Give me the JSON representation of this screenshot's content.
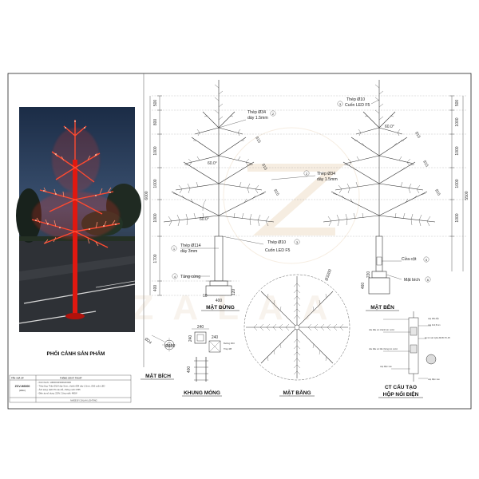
{
  "drawing": {
    "photo_caption": "PHỐI CẢNH SẢN PHẨM",
    "views": {
      "front": "MẶT ĐỨNG",
      "side": "MẶT BÊN",
      "flange": "MẶT BÍCH",
      "frame": "KHUNG MÓNG",
      "plan": "MẶT BẰNG",
      "box_title1": "CT CẤU TẠO",
      "box_title2": "HỘP NỐI ĐIỆN"
    },
    "front_dims": [
      "500",
      "800",
      "1000",
      "1000",
      "1000",
      "1700",
      "400"
    ],
    "front_total": "6000",
    "front_base_dims": [
      "120",
      "10"
    ],
    "side_dims": [
      "500",
      "1000",
      "1000",
      "1000",
      "1000"
    ],
    "side_total": "5500",
    "side_base_dims": [
      "460",
      "220"
    ],
    "branch_dims": [
      "915",
      "915",
      "915",
      "915"
    ],
    "angles": [
      "60.0°",
      "60.0°",
      "60.0°"
    ],
    "callouts": {
      "steel34_top": [
        "Thép Ø34",
        "dày 1.5mm"
      ],
      "steel10_top": [
        "Thép Ø10",
        "Cuốn LED F5"
      ],
      "steel34_mid": [
        "Thép Ø34",
        "dày 1.5mm"
      ],
      "steel114": [
        "Thép Ø114",
        "dày 3mm"
      ],
      "steel10_mid": [
        "Thép Ø10",
        "Cuốn LED F5"
      ],
      "base_ring": "Tăng cứng",
      "door": "Cửa cột",
      "flange_label": "Mặt bích"
    },
    "callout_nums": [
      "1",
      "2",
      "3",
      "4",
      "5",
      "6"
    ],
    "plan_dim": "Ø3200",
    "flange_dims": [
      "Ø24",
      "Ø400"
    ],
    "frame_dims": [
      "240",
      "240",
      "240",
      "400"
    ],
    "frame_notes": [
      "Bulông M16",
      "Thép Ø8"
    ],
    "box_notes": [
      "cáp 3lõi dẫn",
      "cáp 3x2,5mm",
      "cầu đấu sứ nhánh kín nước",
      "cầu đấu sứ liền thông kín nước",
      "cáp điện vào",
      "áp tô mát 1pha MCB-TK-35",
      "cáp điện vào"
    ],
    "title_block": {
      "headers": [
        "TÊN / MÃ SP",
        "THÔNG SỐ KỸ THUẬT"
      ],
      "code": "ZCV-H6000",
      "sub": "(H6m)",
      "specs": [
        "- Kích thước: H6000xW3200xD3200",
        "- Thép ống: Thân Ø114 dày 3mm, nhánh Ø34 dày 1.5mm, Ø10 cuốn LED",
        "- Ánh sáng: LED F5 màu đỏ, chống nước IP65",
        "- Điện áp sử dụng: 220V, Công suất: 480W"
      ],
      "footer": "MADE BY ZALAA LIGHTING"
    },
    "watermark": "ZALAA"
  }
}
